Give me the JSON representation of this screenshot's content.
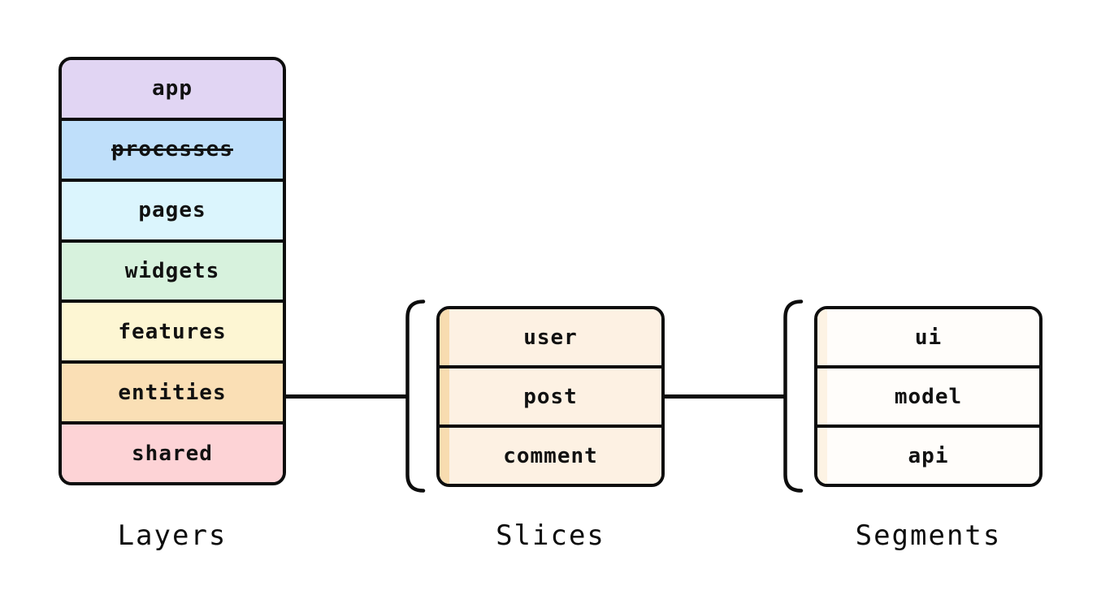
{
  "diagram": {
    "background": "#ffffff",
    "stroke_color": "#0d0d0d",
    "text_color": "#111111",
    "layers": {
      "caption": "Layers",
      "items": [
        {
          "label": "app",
          "fill": "#e1d5f3",
          "deprecated": false
        },
        {
          "label": "processes",
          "fill": "#bfdffa",
          "deprecated": true
        },
        {
          "label": "pages",
          "fill": "#dbf5fd",
          "deprecated": false
        },
        {
          "label": "widgets",
          "fill": "#d7f2dd",
          "deprecated": false
        },
        {
          "label": "features",
          "fill": "#fdf6d3",
          "deprecated": false
        },
        {
          "label": "entities",
          "fill": "#fadfb5",
          "deprecated": false
        },
        {
          "label": "shared",
          "fill": "#fdd3d6",
          "deprecated": false
        }
      ]
    },
    "slices": {
      "caption": "Slices",
      "fill": "#fdf1e3",
      "stripe": "#f8dcb0",
      "items": [
        {
          "label": "user"
        },
        {
          "label": "post"
        },
        {
          "label": "comment"
        }
      ]
    },
    "segments": {
      "caption": "Segments",
      "fill": "#fffdfa",
      "stripe": "#fdf3e4",
      "items": [
        {
          "label": "ui"
        },
        {
          "label": "model"
        },
        {
          "label": "api"
        }
      ]
    },
    "connections": [
      {
        "from": "entities",
        "to": "Slices"
      },
      {
        "from": "Slices",
        "to": "Segments"
      }
    ]
  }
}
